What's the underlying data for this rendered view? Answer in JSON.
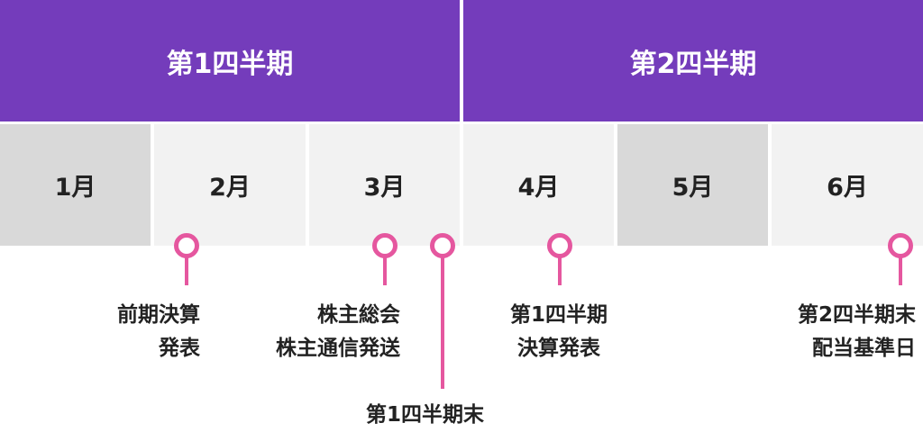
{
  "quarters": [
    {
      "label": "第1四半期"
    },
    {
      "label": "第2四半期"
    }
  ],
  "months": [
    {
      "label": "1月"
    },
    {
      "label": "2月"
    },
    {
      "label": "3月"
    },
    {
      "label": "4月"
    },
    {
      "label": "5月"
    },
    {
      "label": "6月"
    }
  ],
  "events": {
    "feb": {
      "line1": "前期決算",
      "line2": "発表"
    },
    "mar": {
      "line1": "株主総会",
      "line2": "株主通信発送"
    },
    "q1_end": {
      "line1": "第1四半期末"
    },
    "apr": {
      "line1": "第1四半期",
      "line2": "決算発表"
    },
    "q2_end": {
      "line1": "第2四半期末",
      "line2": "配当基準日"
    }
  },
  "colors": {
    "quarter_bg": "#743cbb",
    "month_dark": "#d9d9d9",
    "month_light": "#f2f2f2",
    "marker": "#e5579f"
  }
}
